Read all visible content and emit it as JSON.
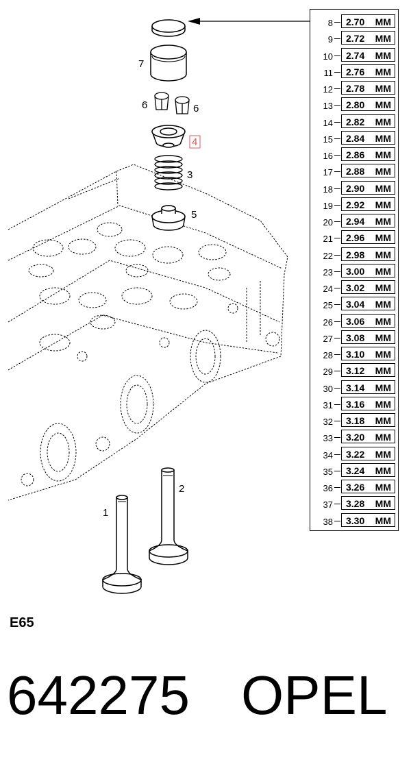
{
  "shim_table": {
    "rows": [
      {
        "index": "8",
        "value": "2.70",
        "unit": "MM"
      },
      {
        "index": "9",
        "value": "2.72",
        "unit": "MM"
      },
      {
        "index": "10",
        "value": "2.74",
        "unit": "MM"
      },
      {
        "index": "11",
        "value": "2.76",
        "unit": "MM"
      },
      {
        "index": "12",
        "value": "2.78",
        "unit": "MM"
      },
      {
        "index": "13",
        "value": "2.80",
        "unit": "MM"
      },
      {
        "index": "14",
        "value": "2.82",
        "unit": "MM"
      },
      {
        "index": "15",
        "value": "2.84",
        "unit": "MM"
      },
      {
        "index": "16",
        "value": "2.86",
        "unit": "MM"
      },
      {
        "index": "17",
        "value": "2.88",
        "unit": "MM"
      },
      {
        "index": "18",
        "value": "2.90",
        "unit": "MM"
      },
      {
        "index": "19",
        "value": "2.92",
        "unit": "MM"
      },
      {
        "index": "20",
        "value": "2.94",
        "unit": "MM"
      },
      {
        "index": "21",
        "value": "2.96",
        "unit": "MM"
      },
      {
        "index": "22",
        "value": "2.98",
        "unit": "MM"
      },
      {
        "index": "23",
        "value": "3.00",
        "unit": "MM"
      },
      {
        "index": "24",
        "value": "3.02",
        "unit": "MM"
      },
      {
        "index": "25",
        "value": "3.04",
        "unit": "MM"
      },
      {
        "index": "26",
        "value": "3.06",
        "unit": "MM"
      },
      {
        "index": "27",
        "value": "3.08",
        "unit": "MM"
      },
      {
        "index": "28",
        "value": "3.10",
        "unit": "MM"
      },
      {
        "index": "29",
        "value": "3.12",
        "unit": "MM"
      },
      {
        "index": "30",
        "value": "3.14",
        "unit": "MM"
      },
      {
        "index": "31",
        "value": "3.16",
        "unit": "MM"
      },
      {
        "index": "32",
        "value": "3.18",
        "unit": "MM"
      },
      {
        "index": "33",
        "value": "3.20",
        "unit": "MM"
      },
      {
        "index": "34",
        "value": "3.22",
        "unit": "MM"
      },
      {
        "index": "35",
        "value": "3.24",
        "unit": "MM"
      },
      {
        "index": "36",
        "value": "3.26",
        "unit": "MM"
      },
      {
        "index": "37",
        "value": "3.28",
        "unit": "MM"
      },
      {
        "index": "38",
        "value": "3.30",
        "unit": "MM"
      }
    ]
  },
  "callouts": {
    "shim_cap": "7",
    "keeper_left": "6",
    "keeper_right": "6",
    "spring_cap": "4",
    "spring": "3",
    "valve_seal": "5",
    "intake_valve": "1",
    "exhaust_valve": "2"
  },
  "colors": {
    "line": "#000000",
    "highlight": "#e05a5a"
  },
  "diagram_code": "E65",
  "part_number": "642275",
  "brand": "OPEL"
}
